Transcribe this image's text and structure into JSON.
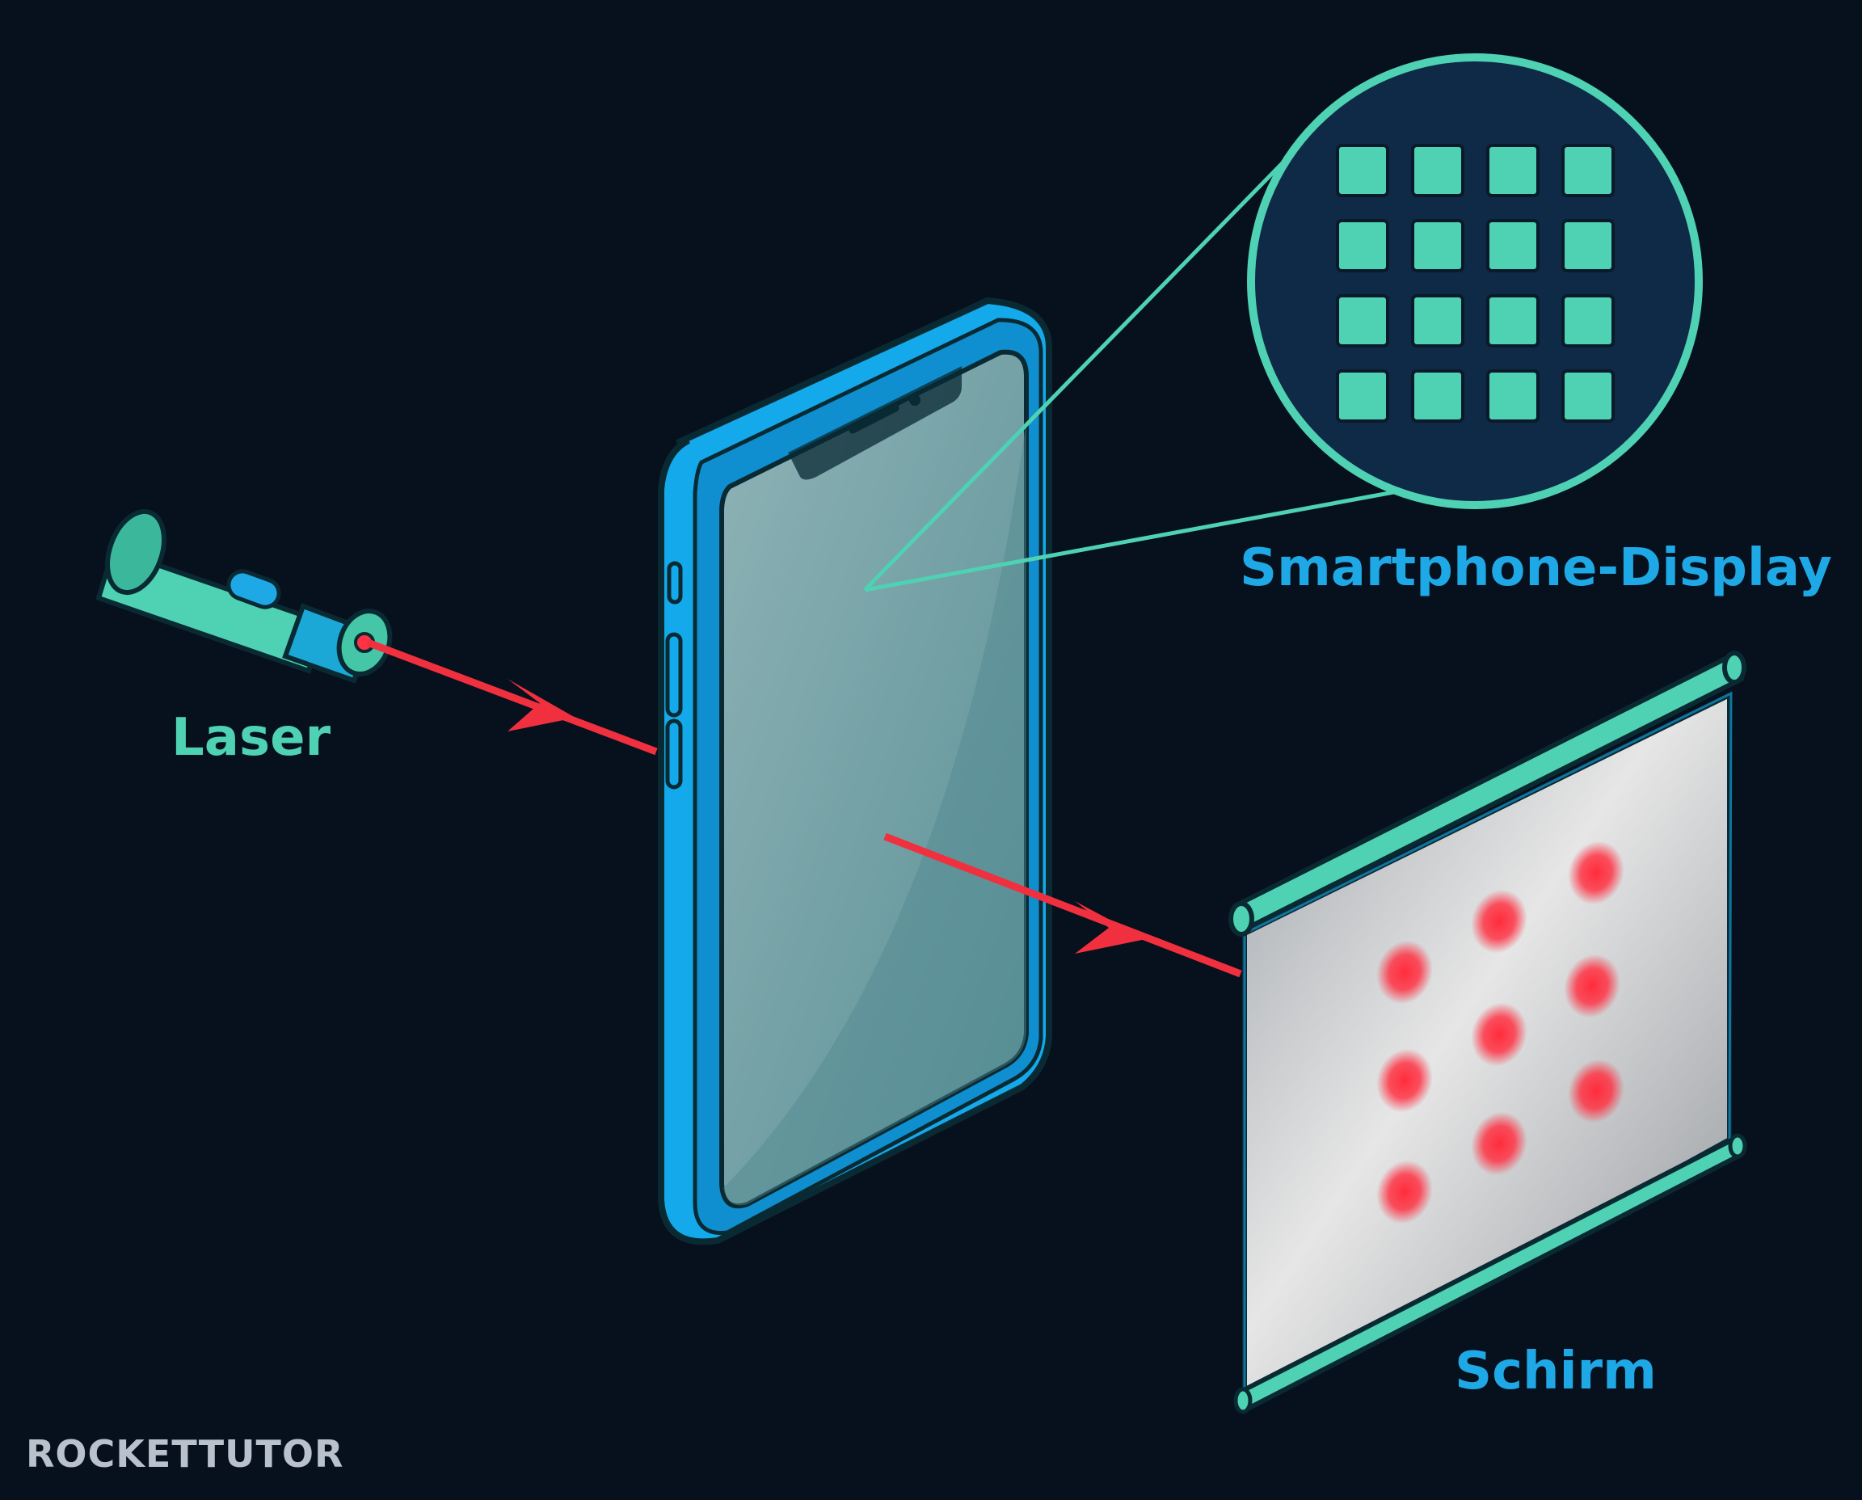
{
  "labels": {
    "laser": "Laser",
    "display": "Smartphone-Display",
    "screen": "Schirm"
  },
  "logo": {
    "text": "ROCKETTUTOR"
  },
  "icons": [
    "laser-pointer-icon",
    "smartphone-icon",
    "magnifier-circle-icon",
    "projection-screen-icon"
  ],
  "colors": {
    "background": "#06111d",
    "accent_teal": "#4fd1b3",
    "phone_blue": "#14a9ea",
    "laser_red": "#f0303e",
    "label_blue": "#1fa8e6"
  },
  "pixel_grid": {
    "rows": 4,
    "cols": 4
  },
  "diffraction_spots": 9
}
